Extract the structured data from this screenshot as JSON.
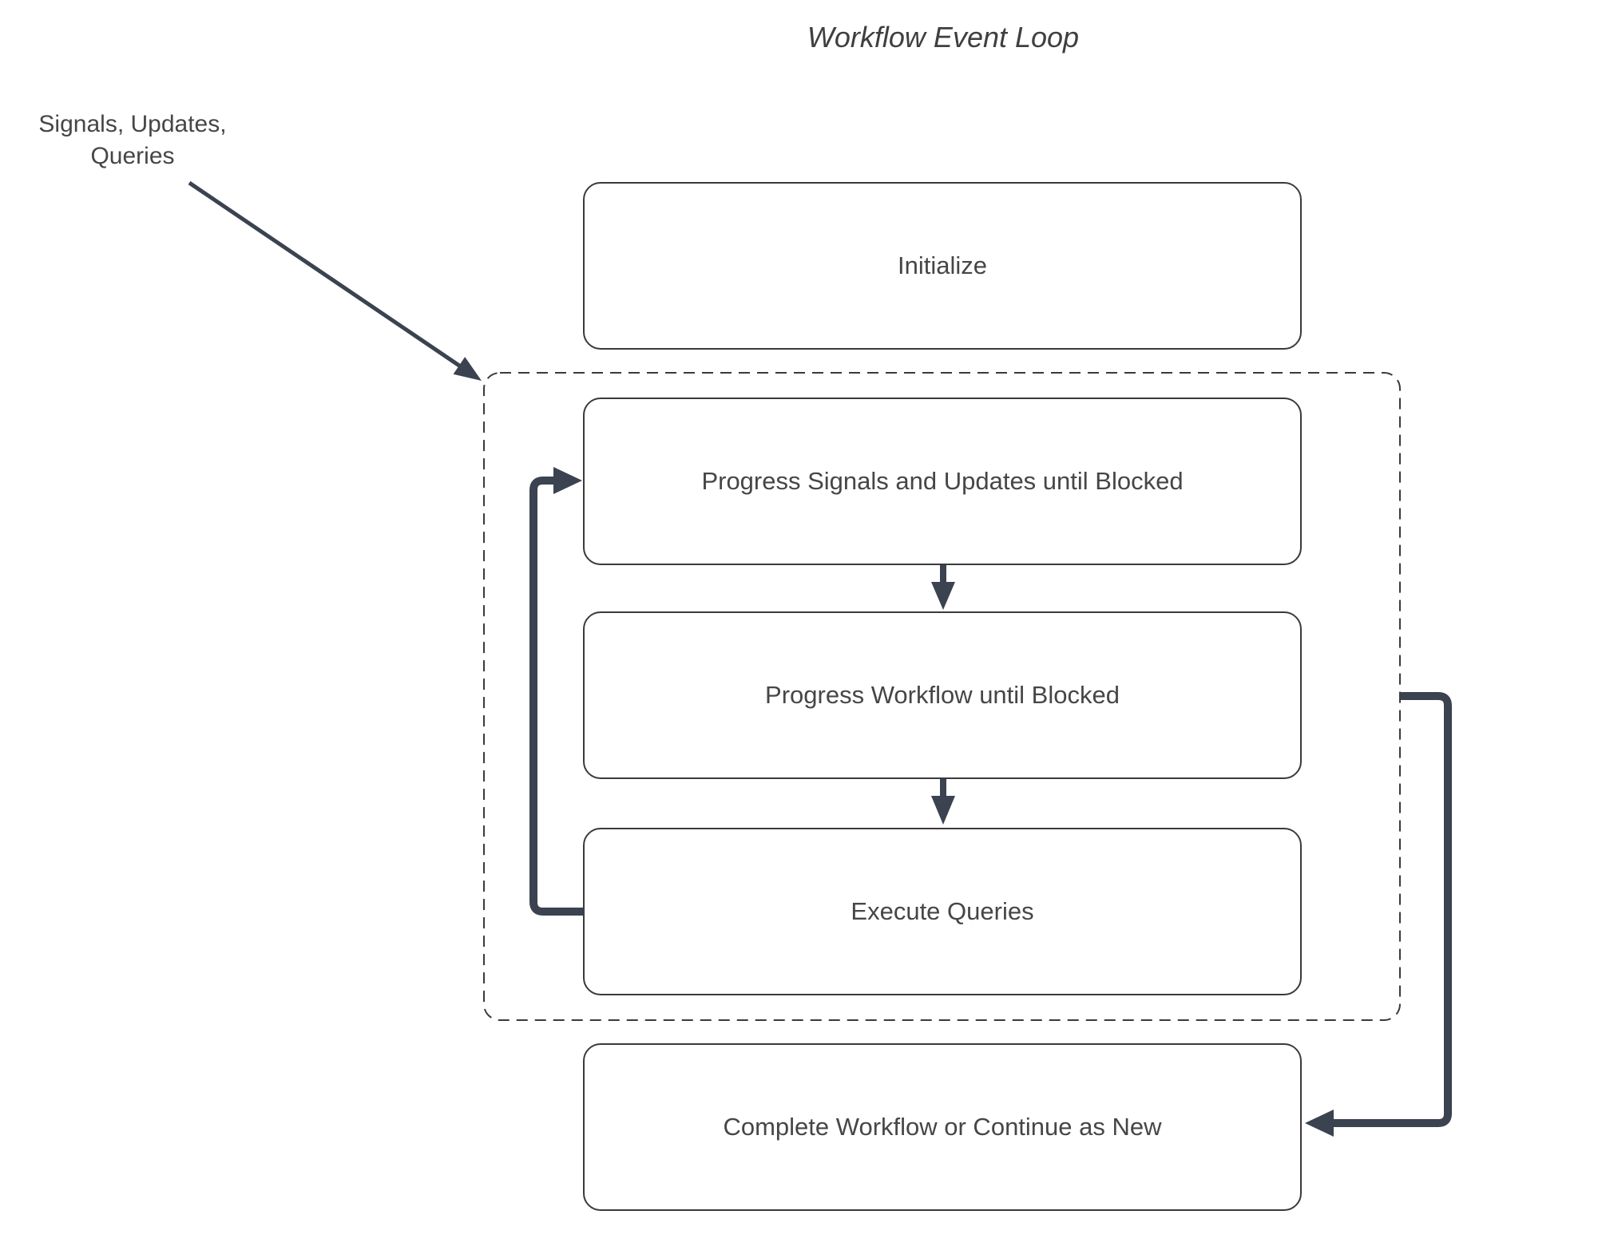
{
  "diagram": {
    "title": "Workflow Event Loop",
    "external_input_label": "Signals, Updates,\nQueries",
    "nodes": {
      "initialize": "Initialize",
      "progress_signals": "Progress Signals and Updates until Blocked",
      "progress_workflow": "Progress Workflow until Blocked",
      "execute_queries": "Execute Queries",
      "complete": "Complete Workflow or Continue as New"
    },
    "connectors": {
      "external_input": "signals-updates-queries-into-event-loop",
      "signals_to_workflow": "progress-signals-to-progress-workflow",
      "workflow_to_queries": "progress-workflow-to-execute-queries",
      "queries_loop_back": "execute-queries-back-to-progress-signals",
      "loop_exit": "event-loop-to-complete-workflow"
    },
    "colors": {
      "arrow": "#3b4250",
      "border": "#3a3a3a",
      "text": "#464646",
      "title": "#3f3f3f",
      "background": "#ffffff"
    }
  }
}
